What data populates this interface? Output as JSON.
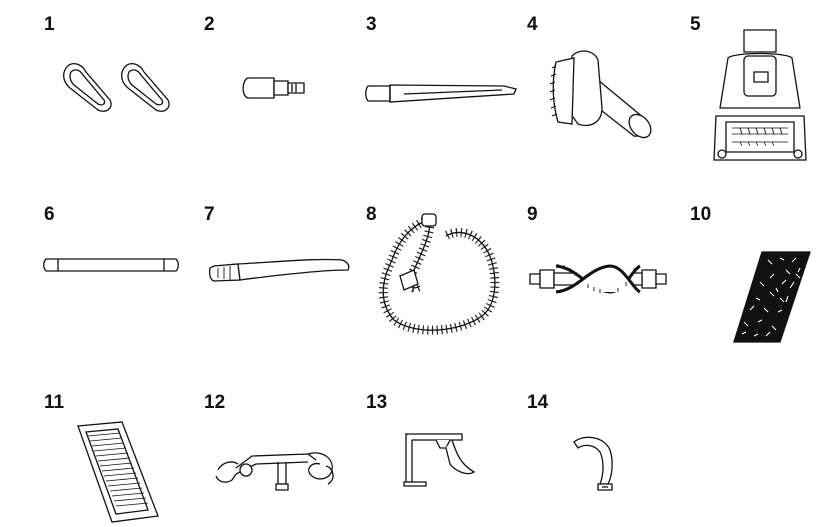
{
  "parts": [
    {
      "number": "1",
      "icon": "belts-icon"
    },
    {
      "number": "2",
      "icon": "bulb-icon"
    },
    {
      "number": "3",
      "icon": "crevice-tool-icon"
    },
    {
      "number": "4",
      "icon": "dusting-brush-icon"
    },
    {
      "number": "5",
      "icon": "turbo-brush-icon"
    },
    {
      "number": "6",
      "icon": "extension-wand-icon"
    },
    {
      "number": "7",
      "icon": "curved-wand-icon"
    },
    {
      "number": "8",
      "icon": "hose-icon"
    },
    {
      "number": "9",
      "icon": "brushroll-icon"
    },
    {
      "number": "10",
      "icon": "foam-filter-icon"
    },
    {
      "number": "11",
      "icon": "hepa-filter-icon"
    },
    {
      "number": "12",
      "icon": "cord-hook-assembly-icon"
    },
    {
      "number": "13",
      "icon": "tool-holder-icon"
    },
    {
      "number": "14",
      "icon": "cord-hook-icon"
    }
  ]
}
